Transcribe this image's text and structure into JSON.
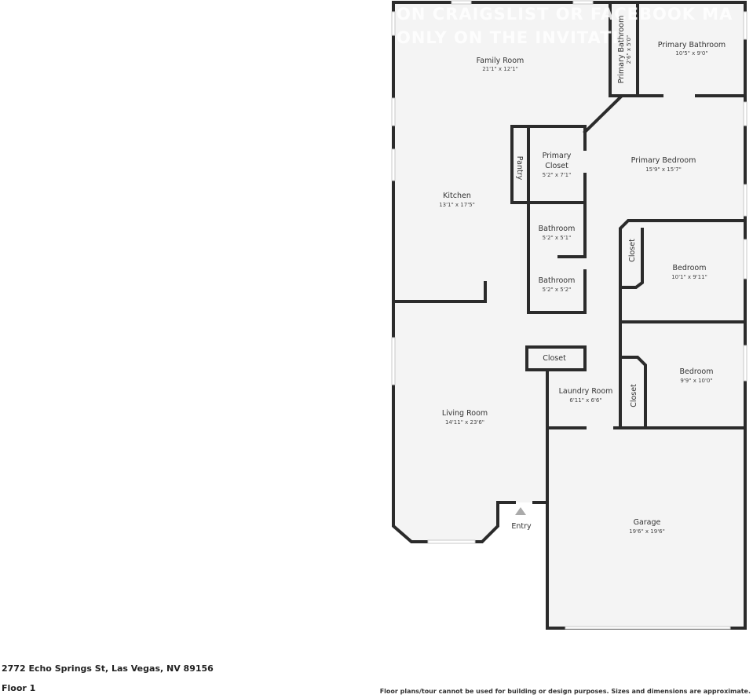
{
  "watermark": [
    "ON CRAIGSLIST OR FACEBOOK MA",
    "ONLY ON THE INVITATI"
  ],
  "rooms": {
    "family_room": {
      "name": "Family Room",
      "dims": "21'1\" x 12'1\""
    },
    "primary_bathroom_small": {
      "name": "Primary Bathroom",
      "dims": "2'6\" x 5'0\""
    },
    "primary_bathroom": {
      "name": "Primary Bathroom",
      "dims": "10'5\" x 9'0\""
    },
    "kitchen": {
      "name": "Kitchen",
      "dims": "13'1\" x 17'5\""
    },
    "pantry": {
      "name": "Pantry"
    },
    "primary_closet": {
      "name": [
        "Primary",
        "Closet"
      ],
      "dims": "5'2\" x 7'1\""
    },
    "primary_bedroom": {
      "name": "Primary Bedroom",
      "dims": "15'9\" x 15'7\""
    },
    "bathroom_1": {
      "name": "Bathroom",
      "dims": "5'2\" x 5'1\""
    },
    "bathroom_2": {
      "name": "Bathroom",
      "dims": "5'2\" x 5'2\""
    },
    "bedroom_closet_1": {
      "name": "Closet"
    },
    "bedroom_1": {
      "name": "Bedroom",
      "dims": "10'1\" x 9'11\""
    },
    "closet": {
      "name": "Closet"
    },
    "laundry_room": {
      "name": "Laundry Room",
      "dims": "6'11\" x 6'6\""
    },
    "bedroom_closet_2": {
      "name": "Closet"
    },
    "bedroom_2": {
      "name": "Bedroom",
      "dims": "9'9\" x 10'0\""
    },
    "living_room": {
      "name": "Living Room",
      "dims": "14'11\" x 23'6\""
    },
    "entry": {
      "name": "Entry"
    },
    "garage": {
      "name": "Garage",
      "dims": "19'6\" x 19'6\""
    }
  },
  "footer": {
    "address": "2772 Echo Springs St, Las Vegas, NV 89156",
    "floor": "Floor 1",
    "disclaimer": "Floor plans/tour cannot be used for building or design purposes. Sizes and dimensions are approximate."
  }
}
